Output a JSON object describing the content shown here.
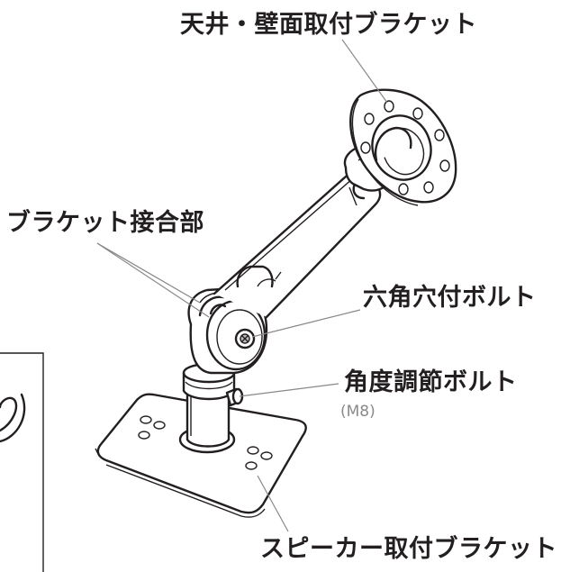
{
  "labels": {
    "ceiling_wall_bracket": "天井・壁面取付ブラケット",
    "bracket_joint": "ブラケット接合部",
    "hex_socket_bolt": "六角穴付ボルト",
    "angle_adjust_bolt": "角度調節ボルト",
    "angle_adjust_bolt_size": "(M8)",
    "speaker_bracket": "スピーカー取付ブラケット"
  }
}
